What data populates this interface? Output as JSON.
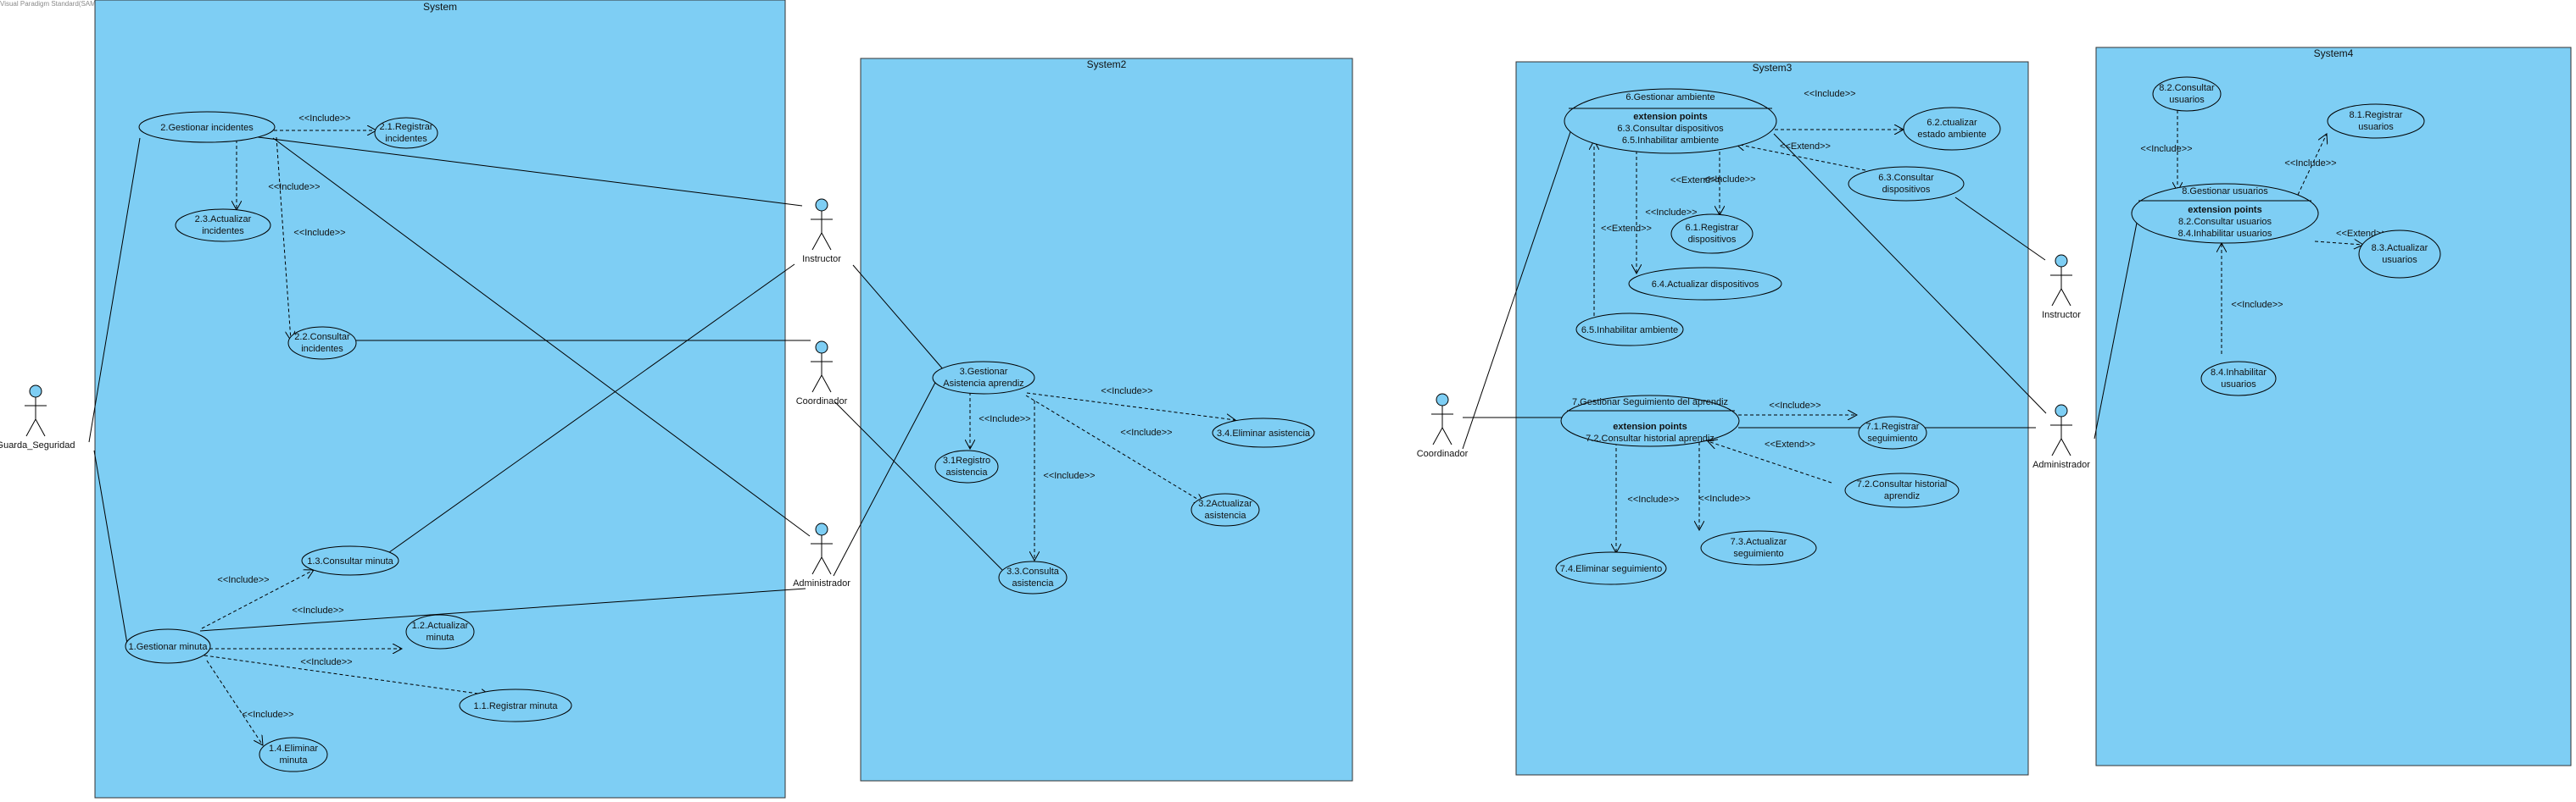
{
  "watermark": "Visual Paradigm Standard(SAM(TS CCC))",
  "colors": {
    "system_fill": "#7ecef4",
    "actor_head": "#7ecef4",
    "stroke": "#000000"
  },
  "systems": [
    {
      "id": "system1",
      "title": "System"
    },
    {
      "id": "system2",
      "title": "System2"
    },
    {
      "id": "system3",
      "title": "System3"
    },
    {
      "id": "system4",
      "title": "System4"
    }
  ],
  "actors": [
    {
      "id": "guarda",
      "name": "Guarda_Seguridad"
    },
    {
      "id": "instructor1",
      "name": "Instructor"
    },
    {
      "id": "coordinador1",
      "name": "Coordinador"
    },
    {
      "id": "administrador1",
      "name": "Administrador"
    },
    {
      "id": "coordinador2",
      "name": "Coordinador"
    },
    {
      "id": "instructor2",
      "name": "Instructor"
    },
    {
      "id": "administrador2",
      "name": "Administrador"
    }
  ],
  "use_cases": [
    {
      "id": "uc2",
      "lines": [
        "2.Gestionar incidentes"
      ]
    },
    {
      "id": "uc21",
      "lines": [
        "2.1.Registrar",
        "incidentes"
      ]
    },
    {
      "id": "uc23",
      "lines": [
        "2.3.Actualizar",
        "incidentes"
      ]
    },
    {
      "id": "uc22",
      "lines": [
        "2.2.Consultar",
        "incidentes"
      ]
    },
    {
      "id": "uc13",
      "lines": [
        "1.3.Consultar minuta"
      ]
    },
    {
      "id": "uc1",
      "lines": [
        "1.Gestionar minuta"
      ]
    },
    {
      "id": "uc12",
      "lines": [
        "1.2.Actualizar",
        "minuta"
      ]
    },
    {
      "id": "uc11",
      "lines": [
        "1.1.Registrar minuta"
      ]
    },
    {
      "id": "uc14",
      "lines": [
        "1.4.Eliminar",
        "minuta"
      ]
    },
    {
      "id": "uc3",
      "lines": [
        "3.Gestionar",
        "Asistencia aprendiz"
      ]
    },
    {
      "id": "uc31",
      "lines": [
        "3.1Registro",
        "asistencia"
      ]
    },
    {
      "id": "uc34",
      "lines": [
        "3.4.Eliminar asistencia"
      ]
    },
    {
      "id": "uc32",
      "lines": [
        "3.2Actualizar",
        "asistencia"
      ]
    },
    {
      "id": "uc33",
      "lines": [
        "3.3.Consulta",
        "asistencia"
      ]
    },
    {
      "id": "uc62",
      "lines": [
        "6.2.ctualizar",
        "estado ambiente"
      ]
    },
    {
      "id": "uc63",
      "lines": [
        "6.3.Consultar",
        "dispositivos"
      ]
    },
    {
      "id": "uc61",
      "lines": [
        "6.1.Registrar",
        "dispositivos"
      ]
    },
    {
      "id": "uc64",
      "lines": [
        "6.4.Actualizar dispositivos"
      ]
    },
    {
      "id": "uc65",
      "lines": [
        "6.5.Inhabilitar ambiente"
      ]
    },
    {
      "id": "uc71",
      "lines": [
        "7.1.Registrar",
        "seguimiento"
      ]
    },
    {
      "id": "uc72",
      "lines": [
        "7.2.Consultar historial",
        "aprendiz"
      ]
    },
    {
      "id": "uc74",
      "lines": [
        "7.4.Eliminar seguimiento"
      ]
    },
    {
      "id": "uc73",
      "lines": [
        "7.3.Actualizar",
        "seguimiento"
      ]
    },
    {
      "id": "uc82",
      "lines": [
        "8.2.Consultar",
        "usuarios"
      ]
    },
    {
      "id": "uc81",
      "lines": [
        "8.1.Registrar",
        "usuarios"
      ]
    },
    {
      "id": "uc83",
      "lines": [
        "8.3.Actualizar",
        "usuarios"
      ]
    },
    {
      "id": "uc84",
      "lines": [
        "8.4.Inhabilitar",
        "usuarios"
      ]
    }
  ],
  "extension_use_cases": [
    {
      "id": "uc6",
      "name": "6.Gestionar ambiente",
      "ep_title": "extension points",
      "points": [
        "6.3.Consultar dispositivos",
        "6.5.Inhabilitar ambiente"
      ]
    },
    {
      "id": "uc7",
      "name": "7.Gestionar Seguimiento del aprendiz",
      "ep_title": "extension points",
      "points": [
        "7.2.Consultar historial aprendiz"
      ]
    },
    {
      "id": "uc8",
      "name": "8.Gestionar usuarios",
      "ep_title": "extension points",
      "points": [
        "8.2.Consultar usuarios",
        "8.4.Inhabilitar usuarios"
      ]
    }
  ],
  "stereotypes": {
    "include": "<<Include>>",
    "extend": "<<Extend>>"
  },
  "dependency_labels": [
    {
      "id": "d1",
      "text": "<<Include>>"
    },
    {
      "id": "d2",
      "text": "<<Include>>"
    },
    {
      "id": "d3",
      "text": "<<Include>>"
    },
    {
      "id": "d4",
      "text": "<<Include>>"
    },
    {
      "id": "d5",
      "text": "<<Include>>"
    },
    {
      "id": "d6",
      "text": "<<Include>>"
    },
    {
      "id": "d7",
      "text": "<<Include>>"
    },
    {
      "id": "d8",
      "text": "<<Include>>"
    },
    {
      "id": "d9",
      "text": "<<Include>>"
    },
    {
      "id": "d10",
      "text": "<<Include>>"
    },
    {
      "id": "d11",
      "text": "<<Include>>"
    },
    {
      "id": "d12",
      "text": "<<Include>>"
    },
    {
      "id": "d13",
      "text": "<<Include>>"
    },
    {
      "id": "d14",
      "text": "<<Extend>>"
    },
    {
      "id": "d15",
      "text": "<<Include>>"
    },
    {
      "id": "d16",
      "text": "<<Include>>"
    },
    {
      "id": "d17",
      "text": "<<Extend>>"
    },
    {
      "id": "d18",
      "text": "<<Include>>"
    },
    {
      "id": "d19",
      "text": "<<Extend>>"
    },
    {
      "id": "d20",
      "text": "<<Include>>"
    },
    {
      "id": "d21",
      "text": "<<Include>>"
    },
    {
      "id": "d22",
      "text": "<<Extend>>"
    },
    {
      "id": "d23",
      "text": "<<Include>>"
    },
    {
      "id": "d24",
      "text": "<<Include>>"
    },
    {
      "id": "d25",
      "text": "<<Extend>>"
    }
  ]
}
